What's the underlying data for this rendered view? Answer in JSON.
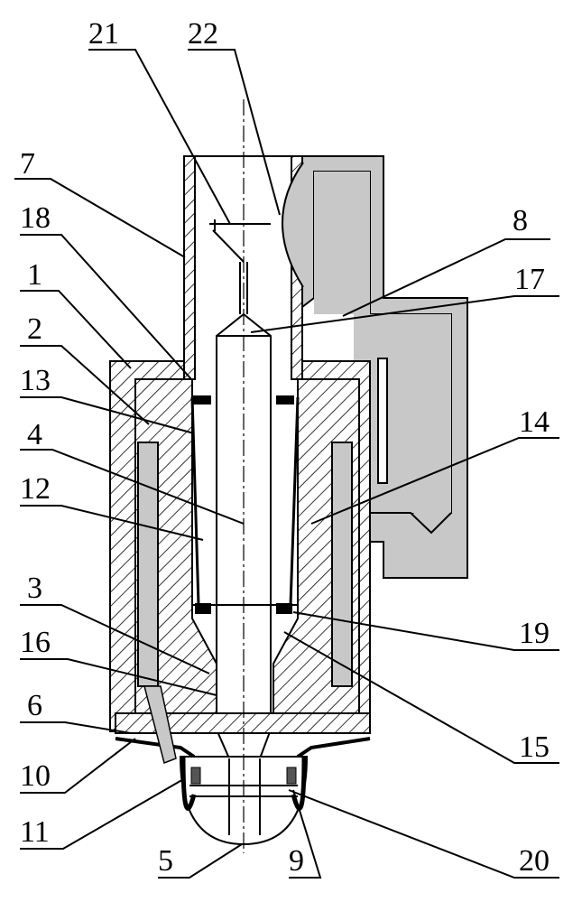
{
  "figure": {
    "labels": [
      {
        "key": "n21",
        "text": "21"
      },
      {
        "key": "n22",
        "text": "22"
      },
      {
        "key": "n7",
        "text": "7"
      },
      {
        "key": "n18",
        "text": "18"
      },
      {
        "key": "n8",
        "text": "8"
      },
      {
        "key": "n1",
        "text": "1"
      },
      {
        "key": "n17",
        "text": "17"
      },
      {
        "key": "n2",
        "text": "2"
      },
      {
        "key": "n13",
        "text": "13"
      },
      {
        "key": "n14",
        "text": "14"
      },
      {
        "key": "n4",
        "text": "4"
      },
      {
        "key": "n12",
        "text": "12"
      },
      {
        "key": "n3",
        "text": "3"
      },
      {
        "key": "n19",
        "text": "19"
      },
      {
        "key": "n16",
        "text": "16"
      },
      {
        "key": "n6",
        "text": "6"
      },
      {
        "key": "n15",
        "text": "15"
      },
      {
        "key": "n10",
        "text": "10"
      },
      {
        "key": "n11",
        "text": "11"
      },
      {
        "key": "n5",
        "text": "5"
      },
      {
        "key": "n9",
        "text": "9"
      },
      {
        "key": "n20",
        "text": "20"
      }
    ],
    "colors": {
      "line": "#000000",
      "gray_fill": "#c8c8c8",
      "hatch": "#000000",
      "background": "#ffffff"
    }
  }
}
